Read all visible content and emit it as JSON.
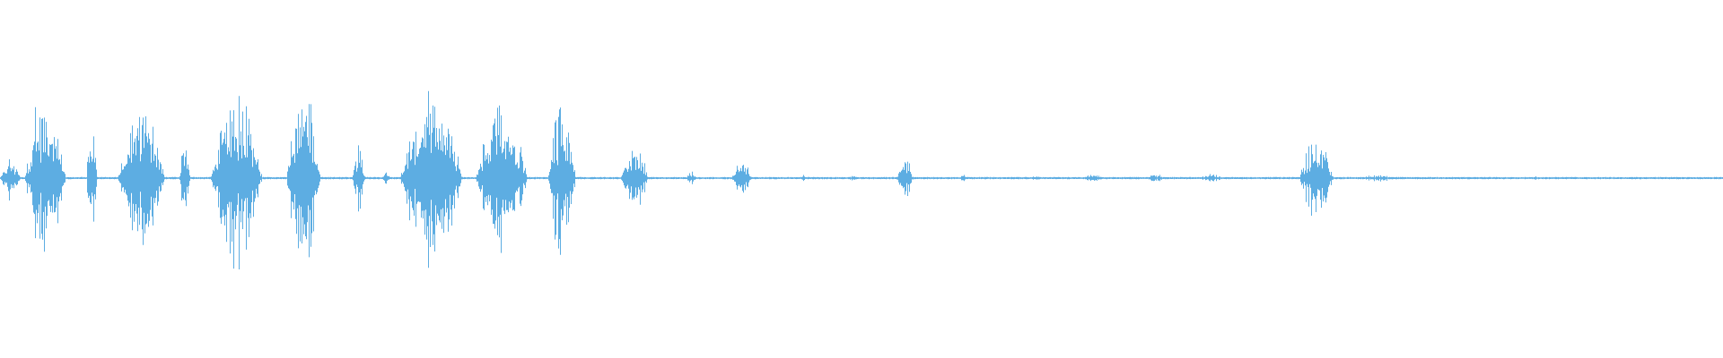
{
  "waveform": {
    "color": "#5dade2",
    "background": "#ffffff",
    "bursts": [
      {
        "start": 0.0,
        "end": 0.012,
        "amplitude": 0.12
      },
      {
        "start": 0.014,
        "end": 0.038,
        "amplitude": 0.55
      },
      {
        "start": 0.05,
        "end": 0.056,
        "amplitude": 0.35
      },
      {
        "start": 0.068,
        "end": 0.096,
        "amplitude": 0.45
      },
      {
        "start": 0.104,
        "end": 0.11,
        "amplitude": 0.3
      },
      {
        "start": 0.122,
        "end": 0.152,
        "amplitude": 0.5
      },
      {
        "start": 0.166,
        "end": 0.186,
        "amplitude": 0.52
      },
      {
        "start": 0.204,
        "end": 0.212,
        "amplitude": 0.22
      },
      {
        "start": 0.222,
        "end": 0.226,
        "amplitude": 0.04
      },
      {
        "start": 0.232,
        "end": 0.268,
        "amplitude": 0.56
      },
      {
        "start": 0.276,
        "end": 0.306,
        "amplitude": 0.52
      },
      {
        "start": 0.318,
        "end": 0.334,
        "amplitude": 0.5
      },
      {
        "start": 0.36,
        "end": 0.376,
        "amplitude": 0.22
      },
      {
        "start": 0.398,
        "end": 0.404,
        "amplitude": 0.04
      },
      {
        "start": 0.424,
        "end": 0.436,
        "amplitude": 0.12
      },
      {
        "start": 0.464,
        "end": 0.468,
        "amplitude": 0.02
      },
      {
        "start": 0.492,
        "end": 0.498,
        "amplitude": 0.02
      },
      {
        "start": 0.52,
        "end": 0.53,
        "amplitude": 0.12
      },
      {
        "start": 0.556,
        "end": 0.562,
        "amplitude": 0.02
      },
      {
        "start": 0.598,
        "end": 0.604,
        "amplitude": 0.02
      },
      {
        "start": 0.628,
        "end": 0.64,
        "amplitude": 0.03
      },
      {
        "start": 0.664,
        "end": 0.678,
        "amplitude": 0.02
      },
      {
        "start": 0.696,
        "end": 0.71,
        "amplitude": 0.03
      },
      {
        "start": 0.754,
        "end": 0.774,
        "amplitude": 0.24
      },
      {
        "start": 0.788,
        "end": 0.812,
        "amplitude": 0.02
      },
      {
        "start": 0.88,
        "end": 0.9,
        "amplitude": 0.01
      }
    ],
    "noise_floor": 0.006
  }
}
